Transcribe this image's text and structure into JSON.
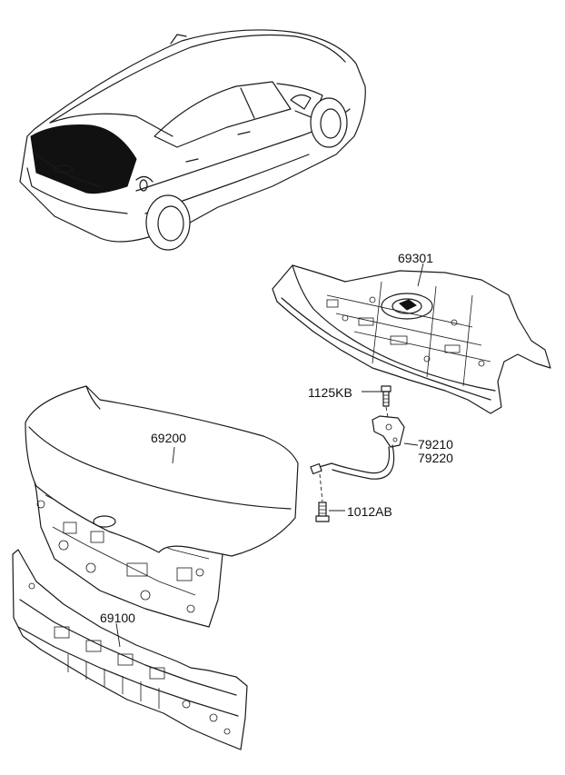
{
  "parts": {
    "floor_panel": "69301",
    "bolt_top": "1125KB",
    "latch_a": "79210",
    "latch_b": "79220",
    "bolt_bottom": "1012AB",
    "trunk_lid": "69200",
    "back_panel": "69100"
  }
}
